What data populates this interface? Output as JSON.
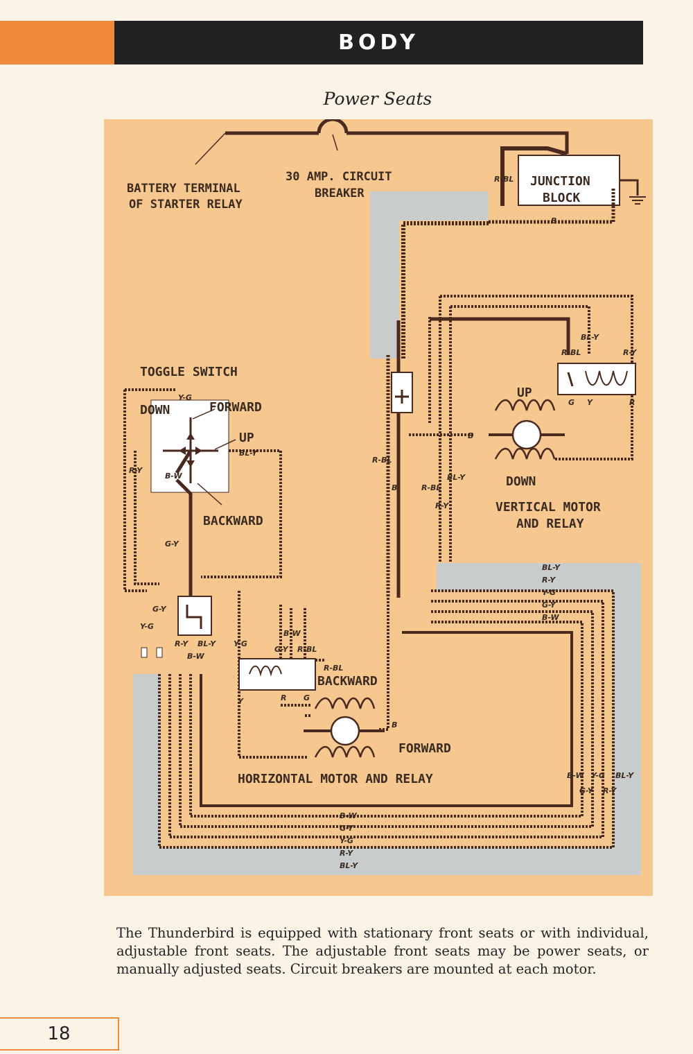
{
  "header": {
    "section": "BODY"
  },
  "subtitle": "Power Seats",
  "diagram": {
    "labels": {
      "battery_1": "BATTERY TERMINAL",
      "battery_2": "OF STARTER RELAY",
      "breaker_1": "30 AMP. CIRCUIT",
      "breaker_2": "BREAKER",
      "junction_1": "JUNCTION",
      "junction_2": "BLOCK",
      "toggle": "TOGGLE SWITCH",
      "down": "DOWN",
      "forward": "FORWARD",
      "up": "UP",
      "backward": "BACKWARD",
      "v_up": "UP",
      "v_down": "DOWN",
      "vertical_1": "VERTICAL MOTOR",
      "vertical_2": "AND RELAY",
      "h_backward": "BACKWARD",
      "h_forward": "FORWARD",
      "horizontal": "HORIZONTAL MOTOR AND RELAY"
    },
    "wire_codes": {
      "rbl": "R-BL",
      "b": "B",
      "bly": "BL-Y",
      "ry": "R-Y",
      "yg": "Y-G",
      "gy": "G-Y",
      "bw": "B-W",
      "r": "R",
      "g": "G",
      "y": "Y"
    }
  },
  "body_text": "The Thunderbird is equipped with stationary front seats or with individual, adjustable front seats. The adjustable front seats may be power seats, or manually adjusted seats. Circuit breakers are mounted at each motor.",
  "page_number": "18"
}
